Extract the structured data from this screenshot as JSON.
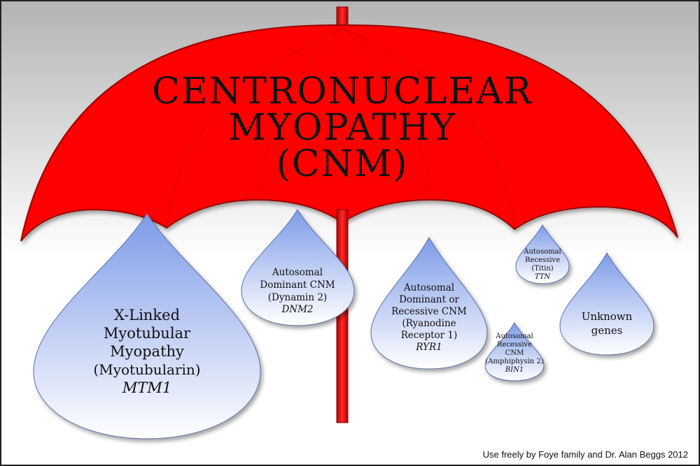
{
  "colors": {
    "umbrella": "#ff0000",
    "umbrella_edge": "#9a0000",
    "drop_top": "#7e9be8",
    "drop_bottom": "#ffffff",
    "background_top": "#b3b3b3",
    "background_bottom": "#ffffff",
    "text": "#111111"
  },
  "title": {
    "line1": "CENTRONUCLEAR",
    "line2": "MYOPATHY",
    "line3": "(CNM)"
  },
  "drops": {
    "mtm1": {
      "line1": "X-Linked",
      "line2": "Myotubular",
      "line3": "Myopathy",
      "line4": "(Myotubularin)",
      "gene": "MTM1"
    },
    "dnm2": {
      "line1": "Autosomal",
      "line2": "Dominant CNM",
      "line3": "(Dynamin 2)",
      "gene": "DNM2"
    },
    "ryr1": {
      "line1": "Autosomal",
      "line2": "Dominant or",
      "line3": "Recessive CNM",
      "line4": "(Ryanodine",
      "line5": "Receptor 1)",
      "gene": "RYR1"
    },
    "ttn": {
      "line1": "Autosomal",
      "line2": "Recessive",
      "line3": "(Titin)",
      "gene": "TTN"
    },
    "bin1": {
      "line1": "Autosomal",
      "line2": "Recessive",
      "line3": "CNM",
      "line4": "(Amphiphysin 2)",
      "gene": "BIN1"
    },
    "unknown": {
      "line1": "Unknown",
      "line2": "genes"
    }
  },
  "credit": "Use freely by Foye family and Dr. Alan Beggs 2012"
}
